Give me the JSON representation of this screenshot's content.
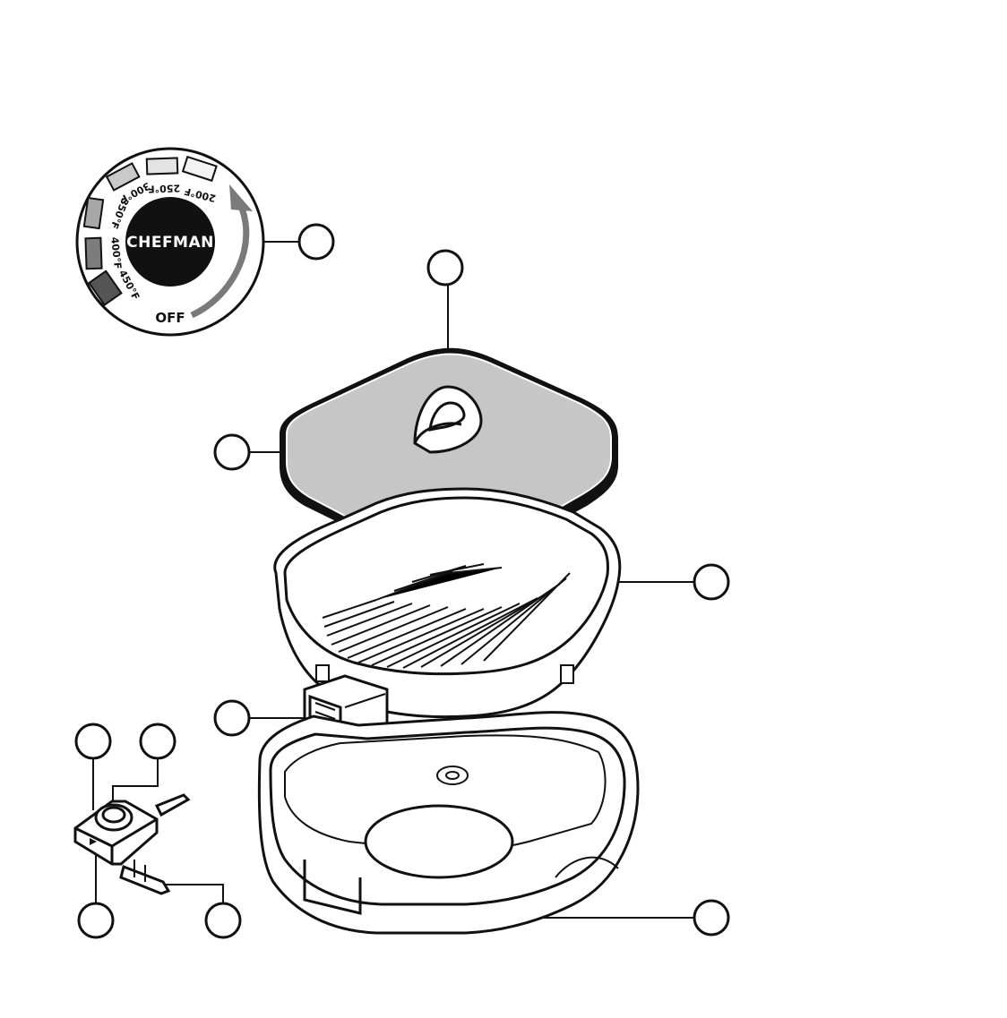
{
  "dial": {
    "brand": "CHEFMAN",
    "off_label": "OFF",
    "temps": [
      "200°F",
      "250°F",
      "300°F",
      "350°F",
      "400°F",
      "450°F"
    ],
    "segment_colors": [
      "#f3f3f3",
      "#e3e3e3",
      "#c9c9c9",
      "#a7a7a7",
      "#7c7c7c",
      "#555555"
    ]
  },
  "colors": {
    "outline": "#111111",
    "lid_glass": "#c6c6c6",
    "callout_fill": "#ffffff",
    "arrow": "#7a7a7a"
  },
  "callouts": [
    {
      "id": "temperature-dial"
    },
    {
      "id": "lid-handle"
    },
    {
      "id": "glass-lid"
    },
    {
      "id": "grill-plate"
    },
    {
      "id": "probe-socket"
    },
    {
      "id": "probe-indicator-light"
    },
    {
      "id": "probe-knob"
    },
    {
      "id": "probe-pointer"
    },
    {
      "id": "probe-plug"
    },
    {
      "id": "base"
    }
  ]
}
